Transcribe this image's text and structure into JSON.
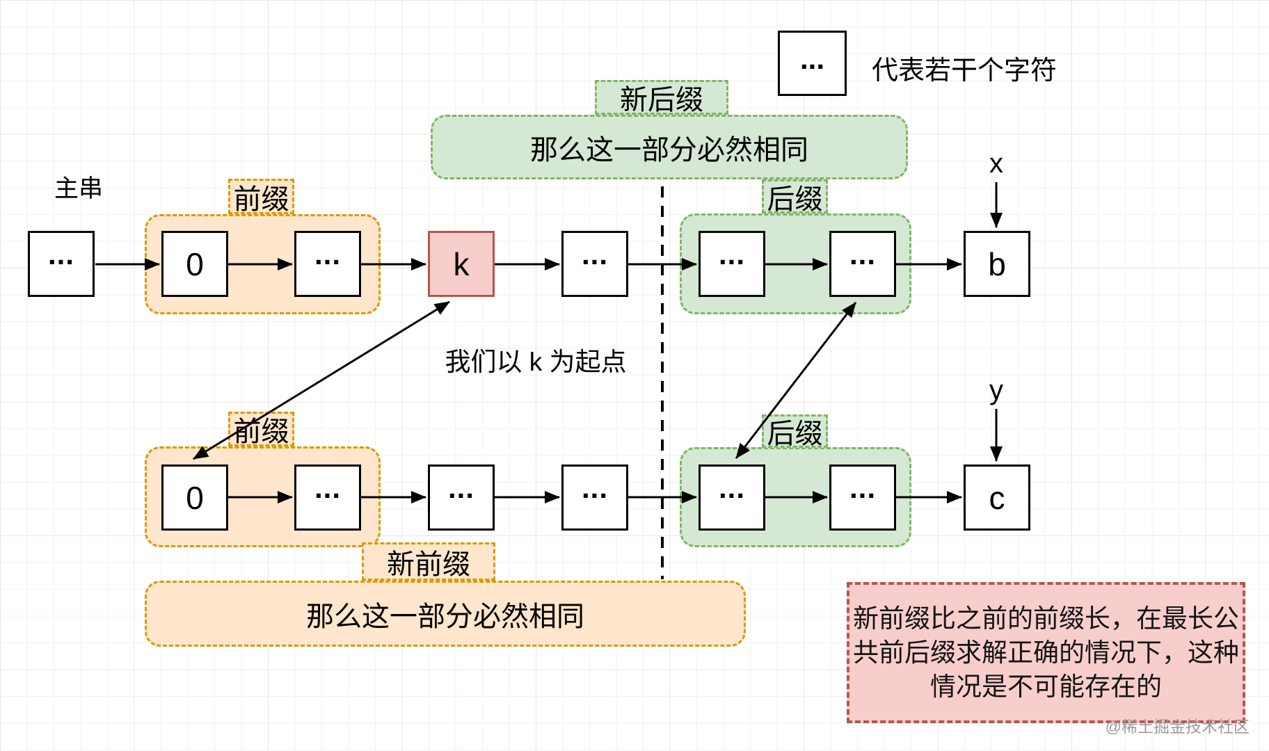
{
  "legend": {
    "symbol": "...",
    "description": "代表若干个字符"
  },
  "annotations": {
    "main_string": "主串",
    "k_note": "我们以 k 为起点",
    "x_pointer": "x",
    "y_pointer": "y",
    "watermark": "@稀土掘金技术社区"
  },
  "top_chain": {
    "prefix_label": "前缀",
    "suffix_label": "后缀",
    "new_suffix_label": "新后缀",
    "new_suffix_text": "那么这一部分必然相同",
    "boxes": [
      {
        "label": "..."
      },
      {
        "label": "0"
      },
      {
        "label": "..."
      },
      {
        "label": "k"
      },
      {
        "label": "..."
      },
      {
        "label": "..."
      },
      {
        "label": "..."
      },
      {
        "label": "b"
      }
    ]
  },
  "bottom_chain": {
    "prefix_label": "前缀",
    "suffix_label": "后缀",
    "new_prefix_label": "新前缀",
    "new_prefix_text": "那么这一部分必然相同",
    "boxes": [
      {
        "label": "0"
      },
      {
        "label": "..."
      },
      {
        "label": "..."
      },
      {
        "label": "..."
      },
      {
        "label": "..."
      },
      {
        "label": "..."
      },
      {
        "label": "c"
      }
    ]
  },
  "note": {
    "line1": "新前缀比之前的前缀长，在最长公",
    "line2": "共前后缀求解正确的情况下，这种",
    "line3": "情况是不可能存在的"
  },
  "colors": {
    "orange_fill": "#ffe6cc",
    "orange_stroke": "#d79b00",
    "green_fill": "#d5e8d4",
    "green_stroke": "#82b366",
    "red_fill": "#f8cecc",
    "red_stroke": "#b85450",
    "line_color": "#000000",
    "watermark_color": "#9a9a9a"
  }
}
